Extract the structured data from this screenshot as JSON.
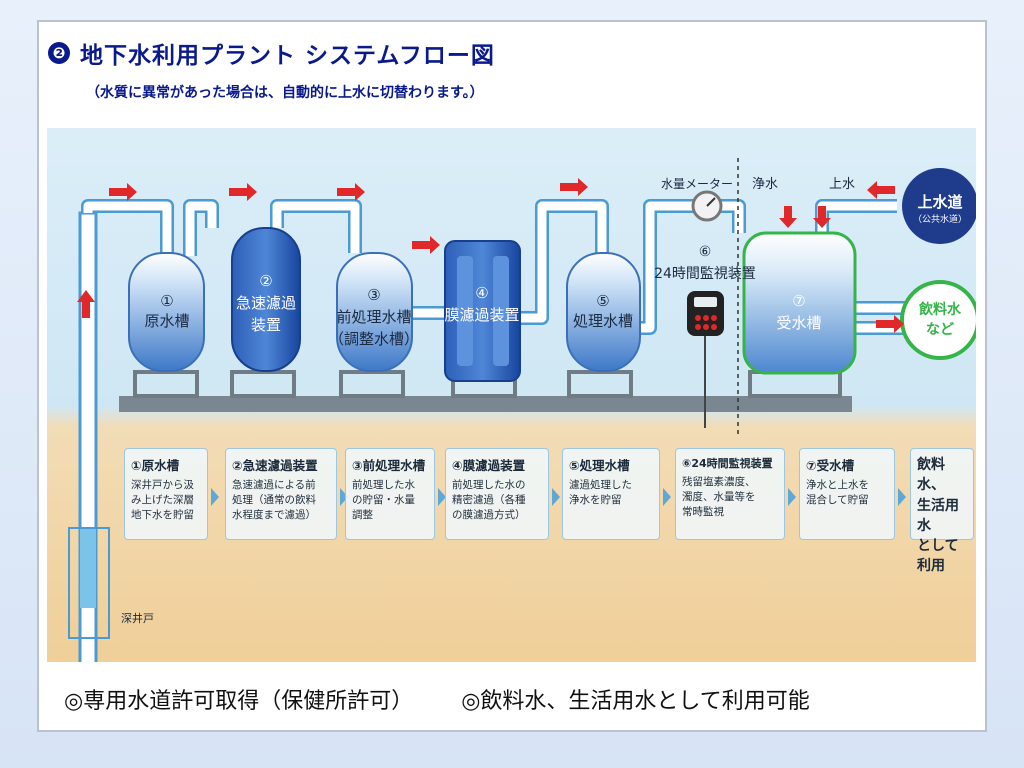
{
  "header": {
    "number": "❷",
    "title": "地下水利用プラント システムフロー図",
    "subtitle": "（水質に異常があった場合は、自動的に上水に切替わります。）"
  },
  "diagram": {
    "tanks": [
      {
        "num": "①",
        "line1": "原水槽",
        "line2": ""
      },
      {
        "num": "②",
        "line1": "急速濾過",
        "line2": "装置"
      },
      {
        "num": "③",
        "line1": "前処理水槽",
        "line2": "（調整水槽）"
      },
      {
        "num": "④",
        "line1": "膜濾過装置",
        "line2": ""
      },
      {
        "num": "⑤",
        "line1": "処理水槽",
        "line2": ""
      },
      {
        "num": "⑦",
        "line1": "受水槽",
        "line2": ""
      }
    ],
    "monitor": {
      "num": "⑥",
      "label": "24時間監視装置"
    },
    "meter_label": "水量メーター",
    "clean_water_label": "浄水",
    "city_water_label": "上水",
    "city_source": {
      "line1": "上水道",
      "line2": "（公共水道）"
    },
    "output": {
      "line1": "飲料水",
      "line2": "など"
    },
    "well_label": "深井戸",
    "colors": {
      "pipe": "#2e8fd0",
      "tank_dark": "#1f4fae",
      "arrow": "#e0282a",
      "green": "#35b44a",
      "navy": "#1f3c8c"
    }
  },
  "descriptions": [
    {
      "title": "①原水槽",
      "body": [
        "深井戸から汲",
        "み上げた深層",
        "地下水を貯留"
      ]
    },
    {
      "title": "②急速濾過装置",
      "body": [
        "急速濾過による前",
        "処理（通常の飲料",
        "水程度まで濾過）"
      ]
    },
    {
      "title": "③前処理水槽",
      "body": [
        "前処理した水",
        "の貯留・水量",
        "調整"
      ]
    },
    {
      "title": "④膜濾過装置",
      "body": [
        "前処理した水の",
        "精密濾過（各種",
        "の膜濾過方式）"
      ]
    },
    {
      "title": "⑤処理水槽",
      "body": [
        "濾過処理した",
        "浄水を貯留"
      ]
    },
    {
      "title": "⑥24時間監視装置",
      "body": [
        "残留塩素濃度、",
        "濁度、水量等を",
        "常時監視"
      ]
    },
    {
      "title": "⑦受水槽",
      "body": [
        "浄水と上水を",
        "混合して貯留"
      ]
    },
    {
      "title": "",
      "body": [
        "飲料水、",
        "生活用水",
        "として利用"
      ]
    }
  ],
  "footer": {
    "left": "◎専用水道許可取得（保健所許可）",
    "right": "◎飲料水、生活用水として利用可能"
  }
}
